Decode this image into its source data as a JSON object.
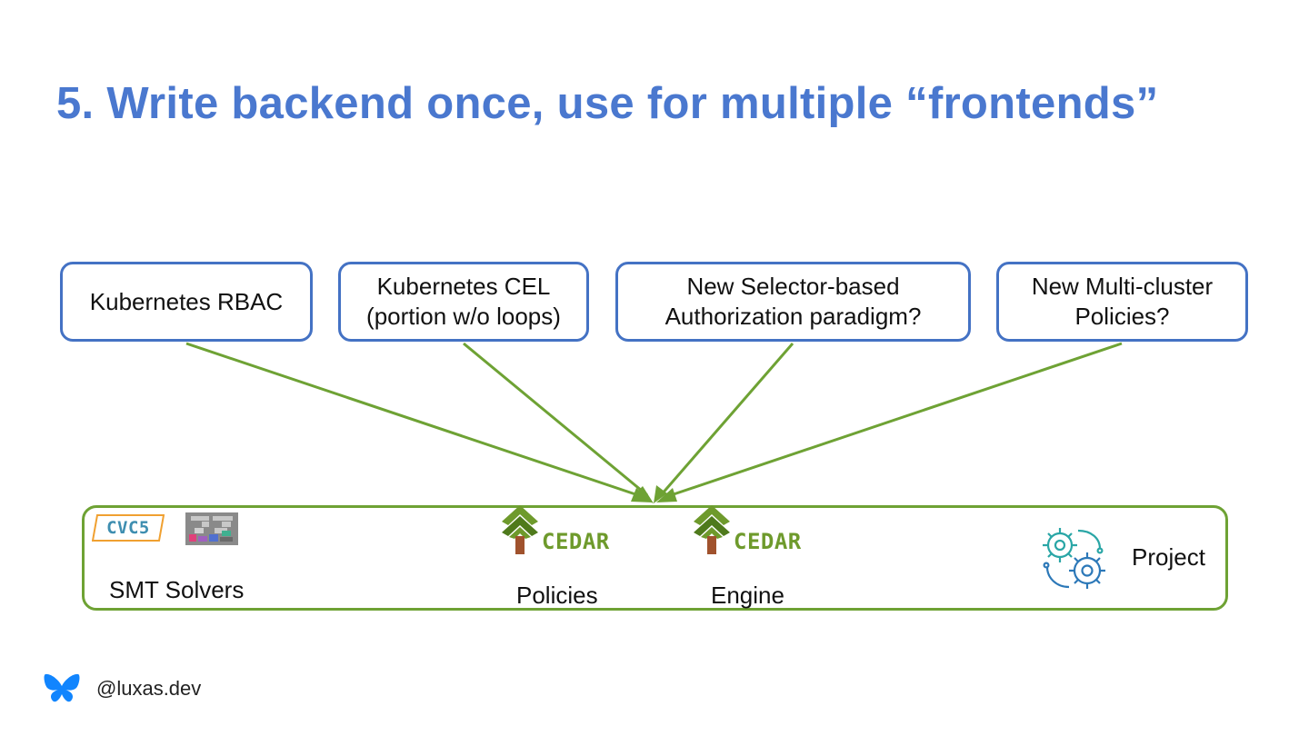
{
  "title": "5. Write backend once, use for multiple “frontends”",
  "frontends": [
    {
      "label": "Kubernetes RBAC"
    },
    {
      "label": "Kubernetes CEL\n(portion w/o loops)"
    },
    {
      "label": "New Selector-based\nAuthorization paradigm?"
    },
    {
      "label": "New Multi-cluster\nPolicies?"
    }
  ],
  "backend": {
    "smt_logo_text": "CVC5",
    "smt_label": "SMT Solvers",
    "cedar_logo_text": "CEDAR",
    "policies_label": "Policies",
    "engine_label": "Engine",
    "project_label": "Project"
  },
  "footer": {
    "handle": "@luxas.dev",
    "icon": "bluesky-butterfly-icon"
  },
  "colors": {
    "title": "#4a78cf",
    "frontend_border": "#4472c4",
    "backend_border": "#6ea234",
    "arrow": "#6ea234",
    "cedar_green": "#6e9a2c",
    "cedar_trunk": "#a0522d",
    "bluesky": "#1185fe"
  }
}
